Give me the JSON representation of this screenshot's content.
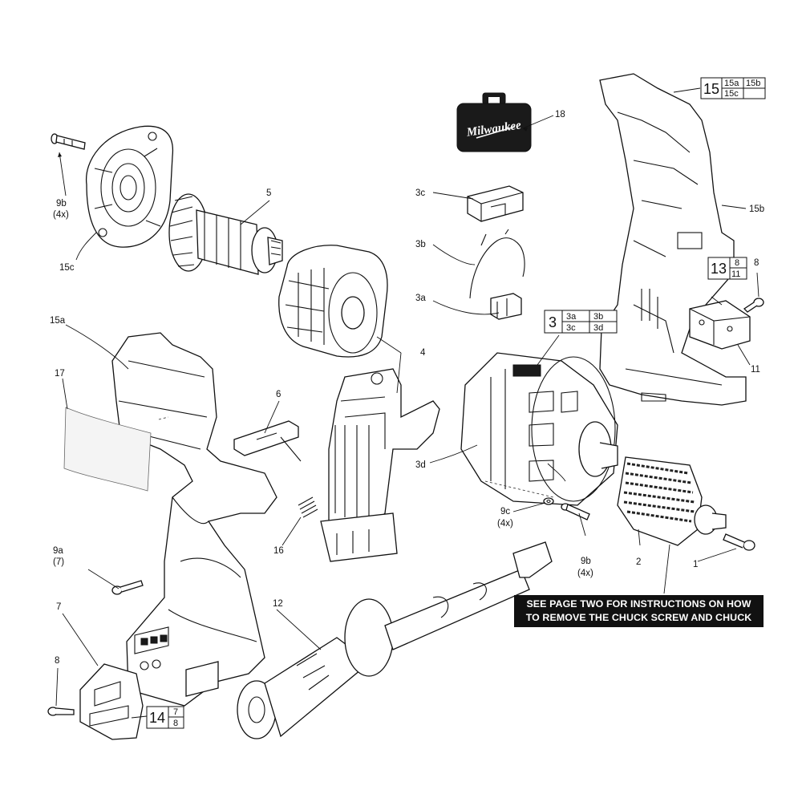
{
  "brand": {
    "case_logo_text": "Milwaukee"
  },
  "callouts": [
    {
      "id": "c18",
      "text": "18"
    },
    {
      "id": "c9b_top",
      "text": "9b"
    },
    {
      "id": "c4x_top",
      "text": "(4x)"
    },
    {
      "id": "c15c",
      "text": "15c"
    },
    {
      "id": "c5",
      "text": "5"
    },
    {
      "id": "c3c",
      "text": "3c"
    },
    {
      "id": "c3b",
      "text": "3b"
    },
    {
      "id": "c3a",
      "text": "3a"
    },
    {
      "id": "c15b",
      "text": "15b"
    },
    {
      "id": "c8_right",
      "text": "8"
    },
    {
      "id": "c11",
      "text": "11"
    },
    {
      "id": "c15a",
      "text": "15a"
    },
    {
      "id": "c4",
      "text": "4"
    },
    {
      "id": "c17",
      "text": "17"
    },
    {
      "id": "c6",
      "text": "6"
    },
    {
      "id": "c3d",
      "text": "3d"
    },
    {
      "id": "c9c",
      "text": "9c"
    },
    {
      "id": "c4x_9c",
      "text": "(4x)"
    },
    {
      "id": "c16",
      "text": "16"
    },
    {
      "id": "c9b_bot",
      "text": "9b"
    },
    {
      "id": "c4x_bot",
      "text": "(4x)"
    },
    {
      "id": "c2",
      "text": "2"
    },
    {
      "id": "c1",
      "text": "1"
    },
    {
      "id": "c9a",
      "text": "9a"
    },
    {
      "id": "c7x",
      "text": "(7)"
    },
    {
      "id": "c12",
      "text": "12"
    },
    {
      "id": "c7",
      "text": "7"
    },
    {
      "id": "c8_left",
      "text": "8"
    }
  ],
  "assemblies": [
    {
      "id": "a15",
      "main": "15",
      "subs": [
        "15a",
        "15b",
        "15c",
        ""
      ]
    },
    {
      "id": "a3",
      "main": "3",
      "subs": [
        "3a",
        "3b",
        "3c",
        "3d"
      ]
    },
    {
      "id": "a13",
      "main": "13",
      "subs": [
        "8",
        "11"
      ]
    },
    {
      "id": "a14",
      "main": "14",
      "subs": [
        "7",
        "8"
      ]
    }
  ],
  "note": {
    "line1": "SEE PAGE TWO FOR INSTRUCTIONS ON HOW",
    "line2": "TO REMOVE THE CHUCK SCREW AND CHUCK"
  }
}
